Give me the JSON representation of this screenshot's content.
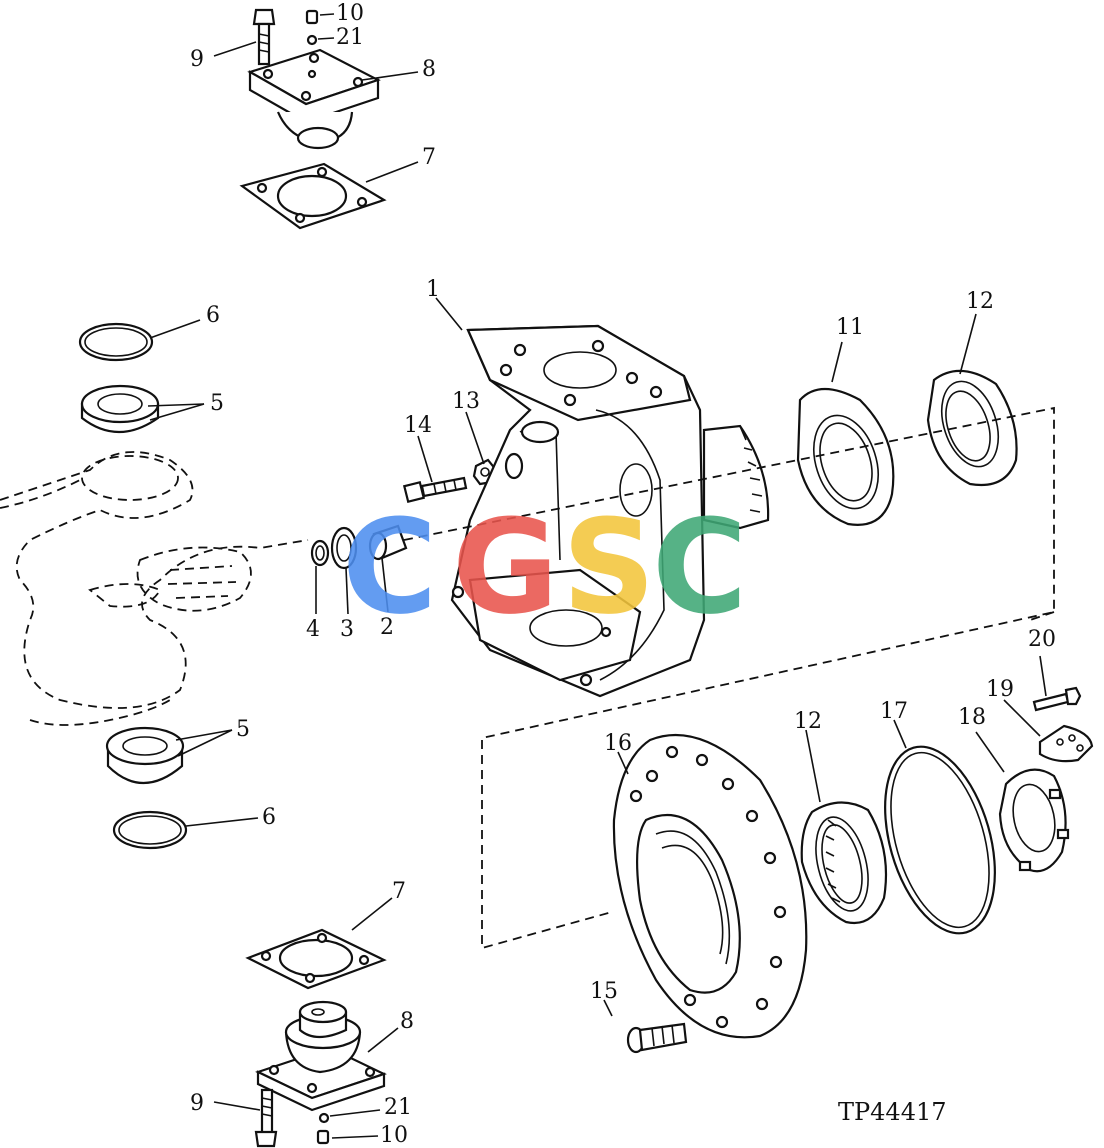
{
  "diagram": {
    "drawing_code": "TP44417",
    "watermark": {
      "letters": [
        "C",
        "G",
        "S",
        "C"
      ],
      "colors": [
        "#4e8ff0",
        "#e9554d",
        "#f3c53c",
        "#3fa876"
      ]
    },
    "callouts": {
      "c1": "1",
      "c2": "2",
      "c3": "3",
      "c4": "4",
      "c5a": "5",
      "c5b": "5",
      "c6a": "6",
      "c6b": "6",
      "c7a": "7",
      "c7b": "7",
      "c8a": "8",
      "c8b": "8",
      "c9a": "9",
      "c9b": "9",
      "c10a": "10",
      "c10b": "10",
      "c11": "11",
      "c12a": "12",
      "c12b": "12",
      "c13": "13",
      "c14": "14",
      "c15": "15",
      "c16": "16",
      "c17": "17",
      "c18": "18",
      "c19": "19",
      "c20": "20",
      "c21a": "21",
      "c21b": "21"
    }
  }
}
